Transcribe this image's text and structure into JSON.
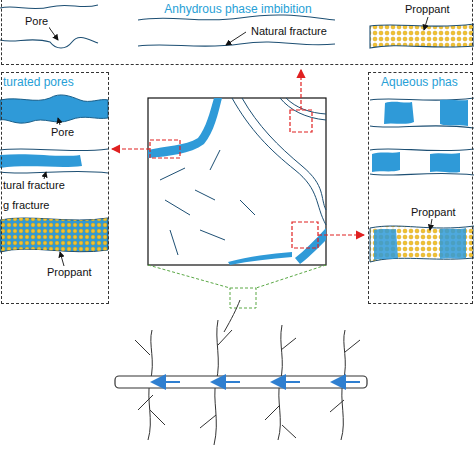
{
  "diagram": {
    "nodes": [
      {
        "text": [
          "Anhydrous phase imbibition"
        ]
      },
      {
        "text": [
          "turated pores"
        ]
      },
      {
        "text": [
          "Aqueous phas"
        ]
      }
    ],
    "labels": [
      "Pore",
      "Natural fracture",
      "Proppant",
      "Pore",
      "tural fracture",
      "g fracture",
      "Proppant",
      "Proppant"
    ]
  }
}
